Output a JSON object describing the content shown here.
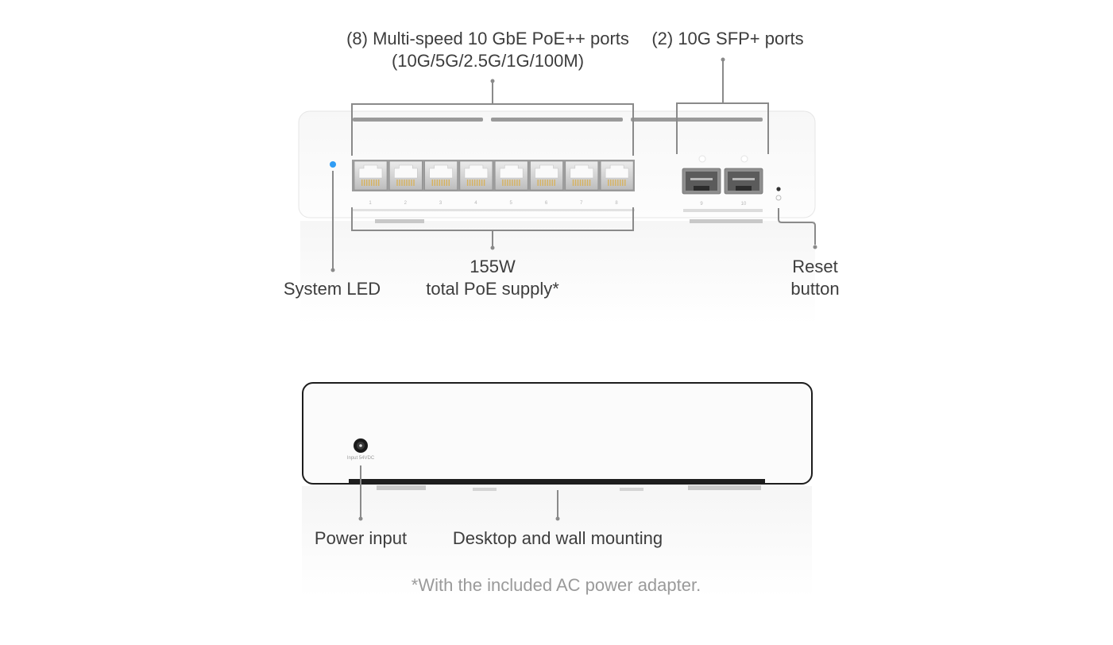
{
  "front": {
    "labels": {
      "multispeed_ports": "(8) Multi-speed 10 GbE PoE++ ports",
      "multispeed_speeds": "(10G/5G/2.5G/1G/100M)",
      "sfp_ports": "(2) 10G SFP+ ports",
      "system_led": "System LED",
      "poe_watts": "155W",
      "poe_supply": "total PoE supply*",
      "reset_line1": "Reset",
      "reset_line2": "button"
    },
    "rj45_port_numbers": [
      "1",
      "2",
      "3",
      "4",
      "5",
      "6",
      "7",
      "8"
    ],
    "sfp_port_numbers": [
      "9",
      "10"
    ]
  },
  "back": {
    "labels": {
      "power_input": "Power input",
      "mounting": "Desktop and wall mounting"
    },
    "power_port_marking": "Input 54VDC"
  },
  "footnote": "*With the included AC power adapter.",
  "colors": {
    "led": "#2f9cf4",
    "callout": "#888888",
    "device_body": "#fafafa"
  }
}
